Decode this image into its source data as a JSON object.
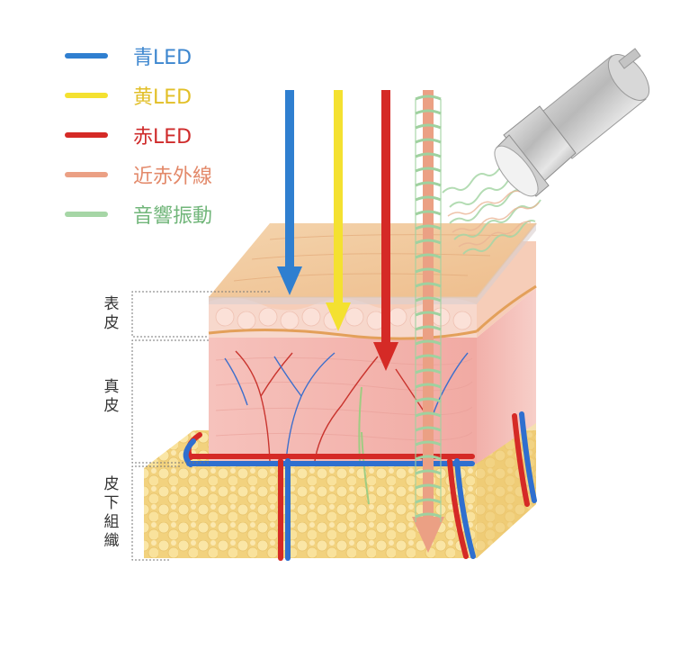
{
  "legend": [
    {
      "label": "青LED",
      "color": "#2f7fd0",
      "text_color": "#3c86cf"
    },
    {
      "label": "黄LED",
      "color": "#f4e130",
      "text_color": "#e2bf27"
    },
    {
      "label": "赤LED",
      "color": "#d52a26",
      "text_color": "#cf2b2b"
    },
    {
      "label": "近赤外線",
      "color": "#eba084",
      "text_color": "#e3896a"
    },
    {
      "label": "音響振動",
      "color": "#a6d6a6",
      "text_color": "#71b67a"
    }
  ],
  "layers": {
    "epidermis": "表皮",
    "dermis": "真皮",
    "subcutaneous": "皮下組織"
  },
  "colors": {
    "skin_surface": "#f2c99c",
    "dermis": "#f4b6b0",
    "fat": "#f4d889",
    "artery": "#d52a26",
    "vein": "#2f6fcf"
  },
  "icons": {
    "device": "handheld-probe-icon"
  }
}
